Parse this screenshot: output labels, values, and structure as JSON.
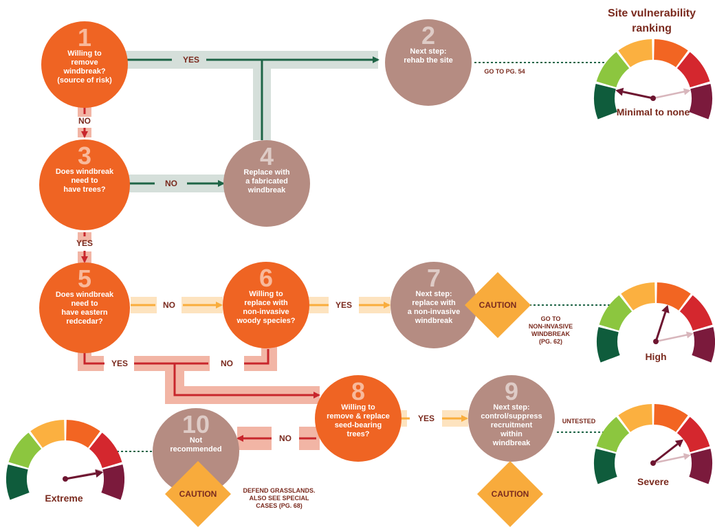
{
  "title": [
    "Site vulnerability",
    "ranking"
  ],
  "colors": {
    "orange": "#ef6423",
    "taupe": "#b58c82",
    "green_arrow": "#1e6446",
    "green_band": "#d5dfda",
    "yellow_arrow": "#f9ad3c",
    "yellow_band": "#fde3bf",
    "red_arrow": "#c8262c",
    "red_band": "#f2b5a5",
    "diamond": "#f8ab3c",
    "text_dark": "#7a2a1e",
    "gauge": [
      "#0f5c3c",
      "#8cc63f",
      "#fbb040",
      "#f26522",
      "#d4272e",
      "#7b1a3c"
    ]
  },
  "nodes": {
    "n1": {
      "number": "1",
      "lines": [
        "Willing to",
        "remove",
        "windbreak?",
        "(source of risk)"
      ]
    },
    "n2": {
      "number": "2",
      "lines": [
        "Next step:",
        "rehab the site"
      ]
    },
    "n3": {
      "number": "3",
      "lines": [
        "Does windbreak",
        "need to",
        "have trees?"
      ]
    },
    "n4": {
      "number": "4",
      "lines": [
        "Replace with",
        "a fabricated",
        "windbreak"
      ]
    },
    "n5": {
      "number": "5",
      "lines": [
        "Does windbreak",
        "need to",
        "have eastern",
        "redcedar?"
      ]
    },
    "n6": {
      "number": "6",
      "lines": [
        "Willing to",
        "replace with",
        "non-invasive",
        "woody species?"
      ]
    },
    "n7": {
      "number": "7",
      "lines": [
        "Next step:",
        "replace with",
        "a non-invasive",
        "windbreak"
      ]
    },
    "n8": {
      "number": "8",
      "lines": [
        "Willing to",
        "remove & replace",
        "seed-bearing",
        "trees?"
      ]
    },
    "n9": {
      "number": "9",
      "lines": [
        "Next step:",
        "control/suppress",
        "recruitment",
        "within",
        "windbreak"
      ]
    },
    "n10": {
      "number": "10",
      "lines": [
        "Not",
        "recommended"
      ]
    }
  },
  "edges": {
    "yes_1_2": "YES",
    "no_1_3": "NO",
    "no_3_4": "NO",
    "yes_3_5": "YES",
    "no_5_6": "NO",
    "yes_6_7": "YES",
    "yes_5_8": "YES",
    "no_6_8": "NO",
    "yes_8_9": "YES",
    "no_8_10": "NO"
  },
  "notes": {
    "pg54": [
      "GO TO PG. 54"
    ],
    "pg62": [
      "GO TO",
      "NON-INVASIVE",
      "WINDBREAK",
      "(PG. 62)"
    ],
    "untested": [
      "UNTESTED"
    ],
    "defend": [
      "DEFEND GRASSLANDS.",
      "ALSO SEE SPECIAL",
      "CASES (PG. 68)"
    ]
  },
  "caution_label": "CAUTION",
  "gauges": [
    {
      "label": "Minimal to none",
      "level": 1
    },
    {
      "label": "High",
      "level": 4
    },
    {
      "label": "Severe",
      "level": 5
    },
    {
      "label": "Extreme",
      "level": 6
    }
  ]
}
